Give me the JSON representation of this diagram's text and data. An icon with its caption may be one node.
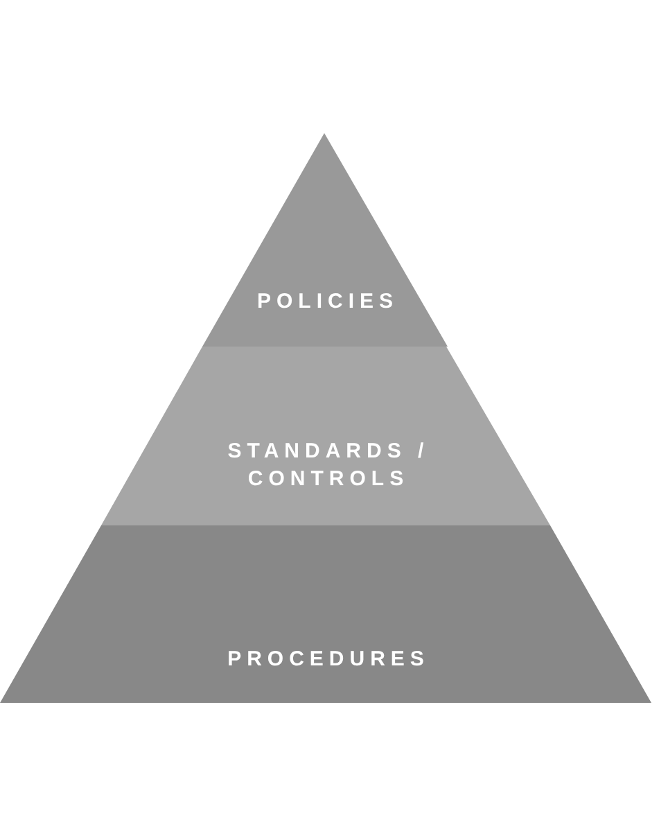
{
  "diagram": {
    "nodes": [
      {
        "text": [
          "POLICIES"
        ]
      },
      {
        "text": [
          "STANDARDS / CONTROLS"
        ]
      },
      {
        "text": [
          "PROCEDURES"
        ]
      }
    ]
  }
}
